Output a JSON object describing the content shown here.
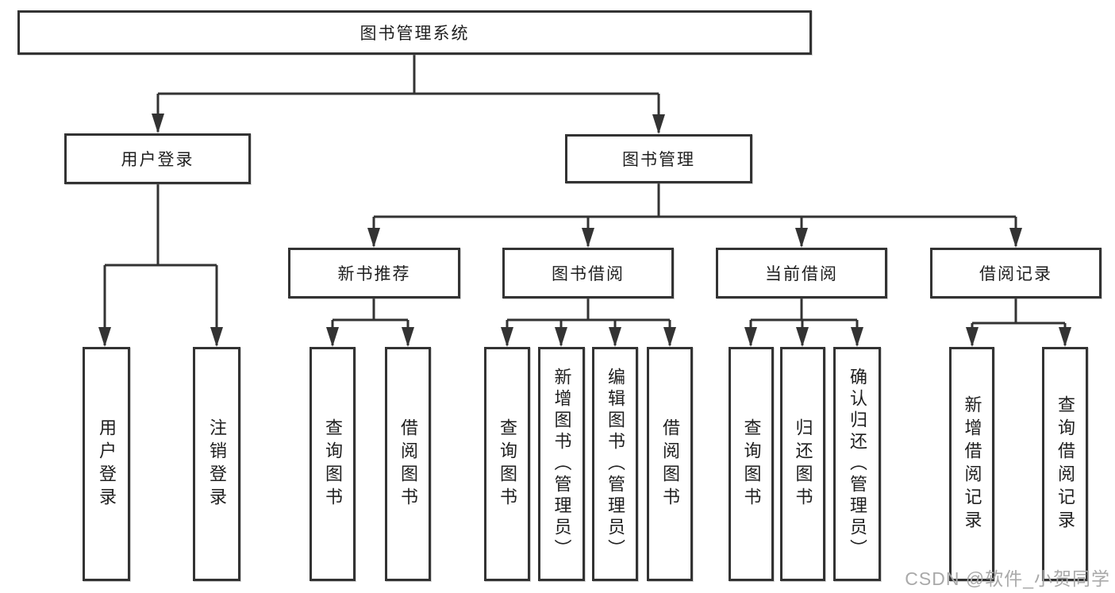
{
  "diagram": {
    "root": {
      "label": "图书管理系统"
    },
    "branches": [
      {
        "label": "用户登录",
        "children": [
          {
            "label": "用户登录"
          },
          {
            "label": "注销登录"
          }
        ]
      },
      {
        "label": "图书管理",
        "children": [
          {
            "label": "新书推荐",
            "children": [
              {
                "label": "查询图书"
              },
              {
                "label": "借阅图书"
              }
            ]
          },
          {
            "label": "图书借阅",
            "children": [
              {
                "label": "查询图书"
              },
              {
                "label": "新增图书（管理员）"
              },
              {
                "label": "编辑图书（管理员）"
              },
              {
                "label": "借阅图书"
              }
            ]
          },
          {
            "label": "当前借阅",
            "children": [
              {
                "label": "查询图书"
              },
              {
                "label": "归还图书"
              },
              {
                "label": "确认归还（管理员）"
              }
            ]
          },
          {
            "label": "借阅记录",
            "children": [
              {
                "label": "新增借阅记录"
              },
              {
                "label": "查询借阅记录"
              }
            ]
          }
        ]
      }
    ]
  },
  "watermark": {
    "text": "CSDN @软件_小贺同学"
  },
  "colors": {
    "line_color": "#333333",
    "text_color": "#1f1f1f",
    "watermark_color": "#a9a9a9",
    "background": "#ffffff"
  }
}
